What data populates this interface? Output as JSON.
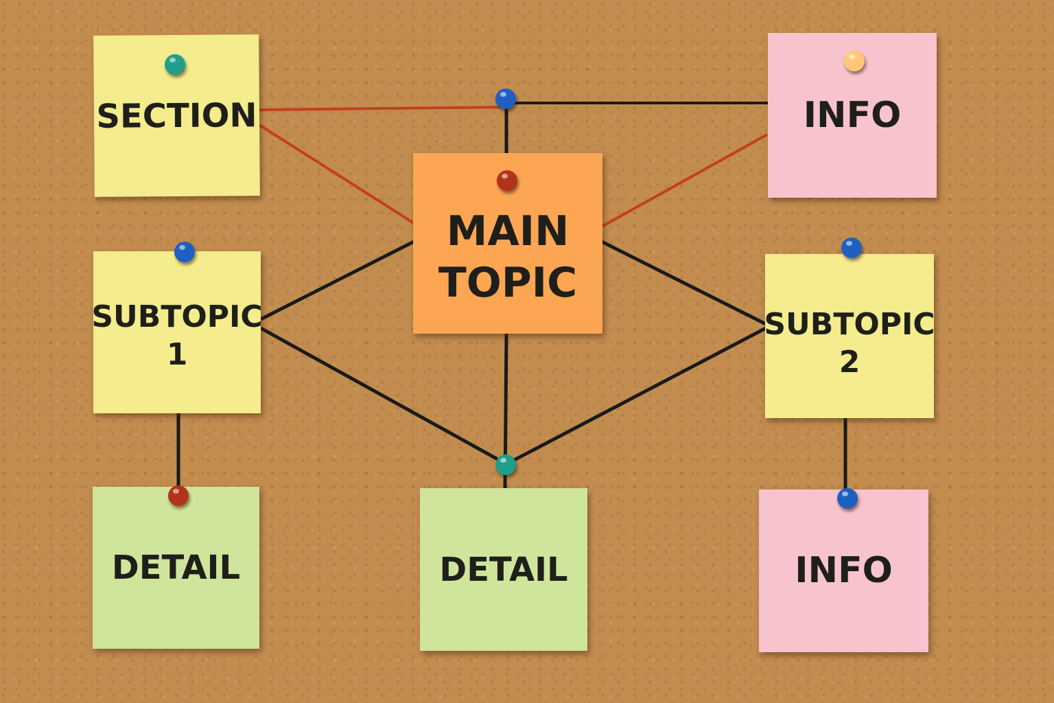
{
  "notes": {
    "section": {
      "label": "SECTION"
    },
    "info_top": {
      "label": "INFO"
    },
    "main_topic": {
      "line1": "MAIN",
      "line2": "TOPIC"
    },
    "subtopic_1": {
      "line1": "SUBTOPIC",
      "line2": "1"
    },
    "subtopic_2": {
      "line1": "SUBTOPIC",
      "line2": "2"
    },
    "detail_left": {
      "label": "DETAIL"
    },
    "detail_center": {
      "label": "DETAIL"
    },
    "info_bottom": {
      "label": "INFO"
    }
  },
  "colors": {
    "board": "#c28c4f",
    "yellow_note": "#f4ec8d",
    "pink_note": "#f7c3cd",
    "green_note": "#cfe59b",
    "orange_note": "#fca654",
    "black_string": "#1a1a1a",
    "red_string": "#c4401c"
  },
  "connections": [
    {
      "from": "section",
      "to": "top-junction-pin",
      "string": "red"
    },
    {
      "from": "section",
      "to": "main_topic",
      "string": "red"
    },
    {
      "from": "top-junction-pin",
      "to": "info_top",
      "string": "black"
    },
    {
      "from": "info_top",
      "to": "main_topic",
      "string": "red"
    },
    {
      "from": "top-junction-pin",
      "to": "main_topic",
      "string": "black"
    },
    {
      "from": "main_topic",
      "to": "subtopic_1",
      "string": "black"
    },
    {
      "from": "main_topic",
      "to": "subtopic_2",
      "string": "black"
    },
    {
      "from": "main_topic",
      "to": "detail_center",
      "string": "black"
    },
    {
      "from": "subtopic_1",
      "to": "bottom-junction-pin",
      "string": "black"
    },
    {
      "from": "subtopic_2",
      "to": "bottom-junction-pin",
      "string": "black"
    },
    {
      "from": "subtopic_1",
      "to": "detail_left",
      "string": "black"
    },
    {
      "from": "subtopic_2",
      "to": "info_bottom",
      "string": "black"
    }
  ]
}
